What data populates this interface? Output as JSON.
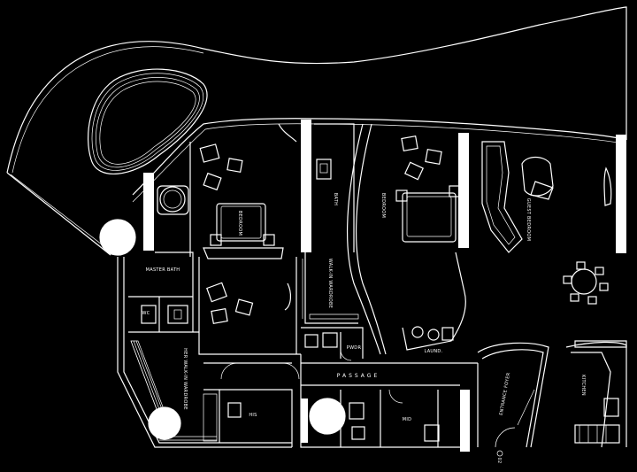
{
  "rooms": {
    "bedroom_1": "BEDROOM",
    "bath": "BATH",
    "walk_in_wardrobe": "WALK-IN WARDROBE",
    "bedroom_2": "BEDROOM",
    "guest_bedroom": "GUEST BEDROOM",
    "master_bath": "MASTER BATH",
    "wc": "WC",
    "pwdr": "PWDR",
    "laund": "LAUND.",
    "passage": "PASSAGE",
    "her_walk_in_wardrobe": "HER WALK-IN WARDROBE",
    "his": "HIS",
    "mid": "MID",
    "entrance_foyer": "ENTRANCE FOYER",
    "kitchen": "KITCHEN"
  },
  "marker": "02",
  "colors": {
    "background": "#000000",
    "lines": "#ffffff"
  }
}
